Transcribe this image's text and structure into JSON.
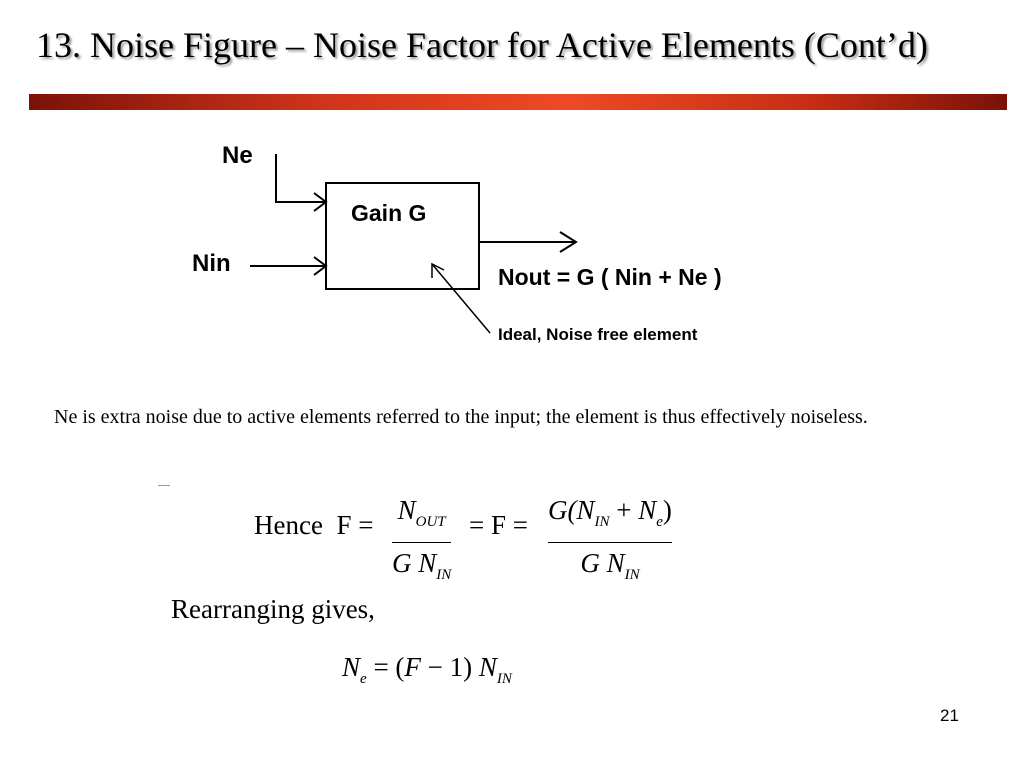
{
  "slide": {
    "title": "13. Noise Figure – Noise Factor for Active Elements (Cont’d)",
    "page_number": "21"
  },
  "diagram": {
    "ne_label": "Ne",
    "nin_label": "Nin",
    "box_label": "Gain G",
    "output_label": "Nout = G ( Nin + Ne )",
    "ideal_label": "Ideal, Noise free element"
  },
  "body": {
    "description": "Ne is extra noise due to active elements referred to the input; the element is thus effectively noiseless.",
    "hence": "Hence",
    "rearranging": "Rearranging gives,"
  },
  "colors": {
    "title_rule_dark": "#7a1208",
    "title_rule_light": "#ee4a25"
  }
}
